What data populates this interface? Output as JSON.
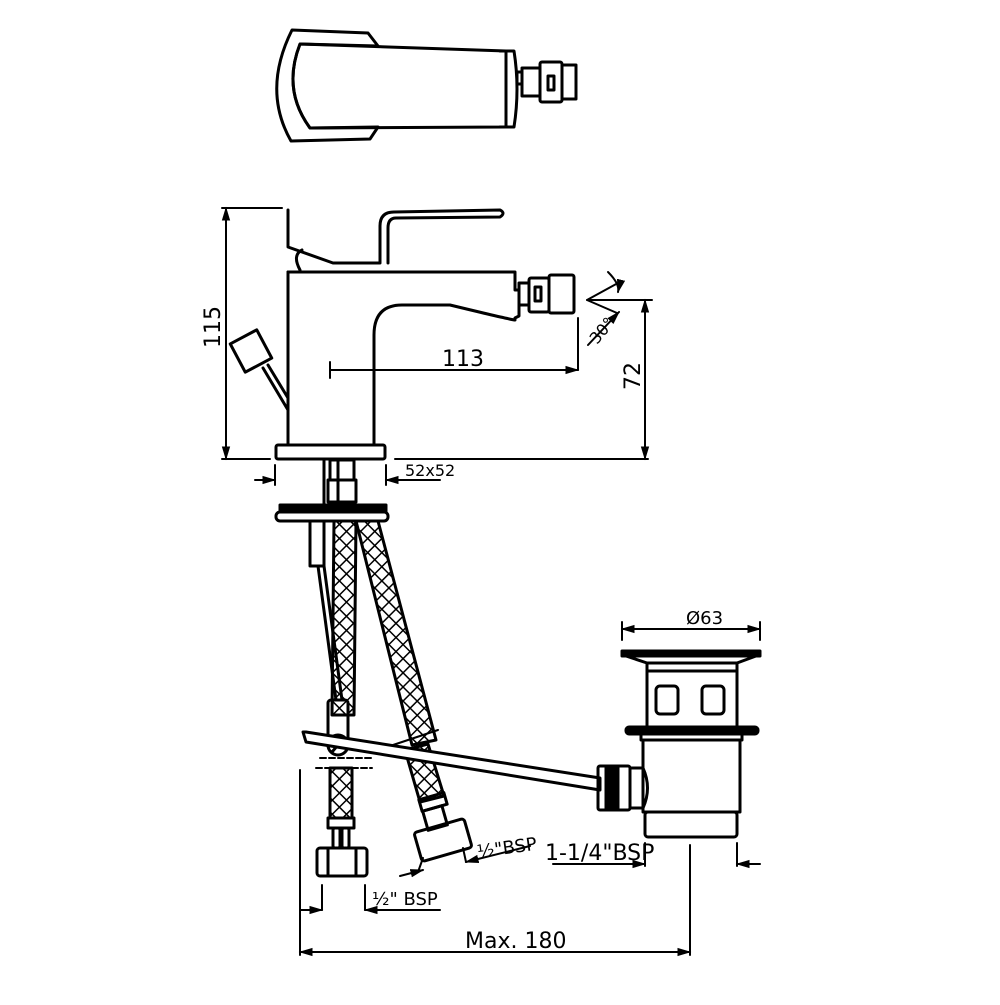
{
  "drawing": {
    "title": "Bidet mixer technical drawing",
    "stroke_color": "#000000",
    "background": "#ffffff",
    "views": [
      "top-view",
      "side-view",
      "installation-view",
      "pop-up-waste"
    ],
    "dimensions": {
      "overall_height": "115",
      "spout_reach": "113",
      "spout_height": "72",
      "spray_angle": "30°",
      "base_size": "52x52",
      "waste_diameter": "Ø63",
      "hose_connection_left": "½\" BSP",
      "hose_connection_right": "½\"BSP",
      "waste_connection": "1-1/4\"BSP",
      "max_distance": "Max. 180"
    }
  }
}
